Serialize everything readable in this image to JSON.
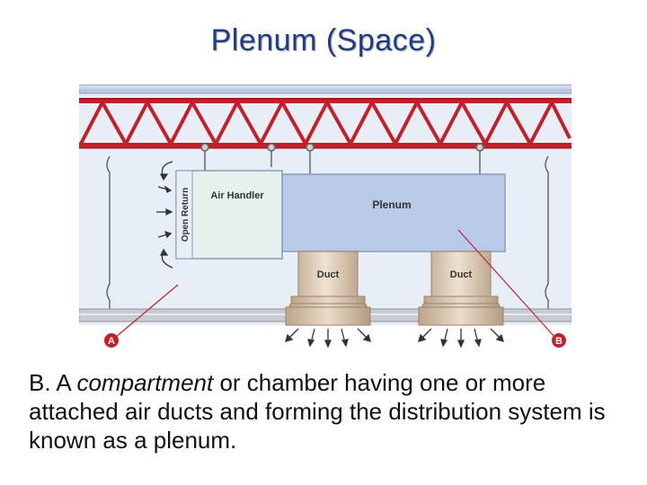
{
  "slide": {
    "title": "Plenum (Space)"
  },
  "diagram": {
    "labels": {
      "air_handler": "Air Handler",
      "plenum": "Plenum",
      "duct_left": "Duct",
      "duct_right": "Duct",
      "open_return": "Open Return",
      "marker_a": "A",
      "marker_b": "B"
    },
    "colors": {
      "truss": "#c4202a",
      "ceiling_slab": "#b8c6df",
      "plenum_box": "#b9c9e8",
      "air_handler_box": "#e4f1ec",
      "duct": "#e3d3c0",
      "marker": "#c4202a",
      "ceiling_grid": "#b7bcc3"
    }
  },
  "body": {
    "prefix": "B.  A ",
    "emphasis": "compartment",
    "suffix": " or chamber having one or more attached air ducts and forming the distribution system is known as a plenum."
  }
}
